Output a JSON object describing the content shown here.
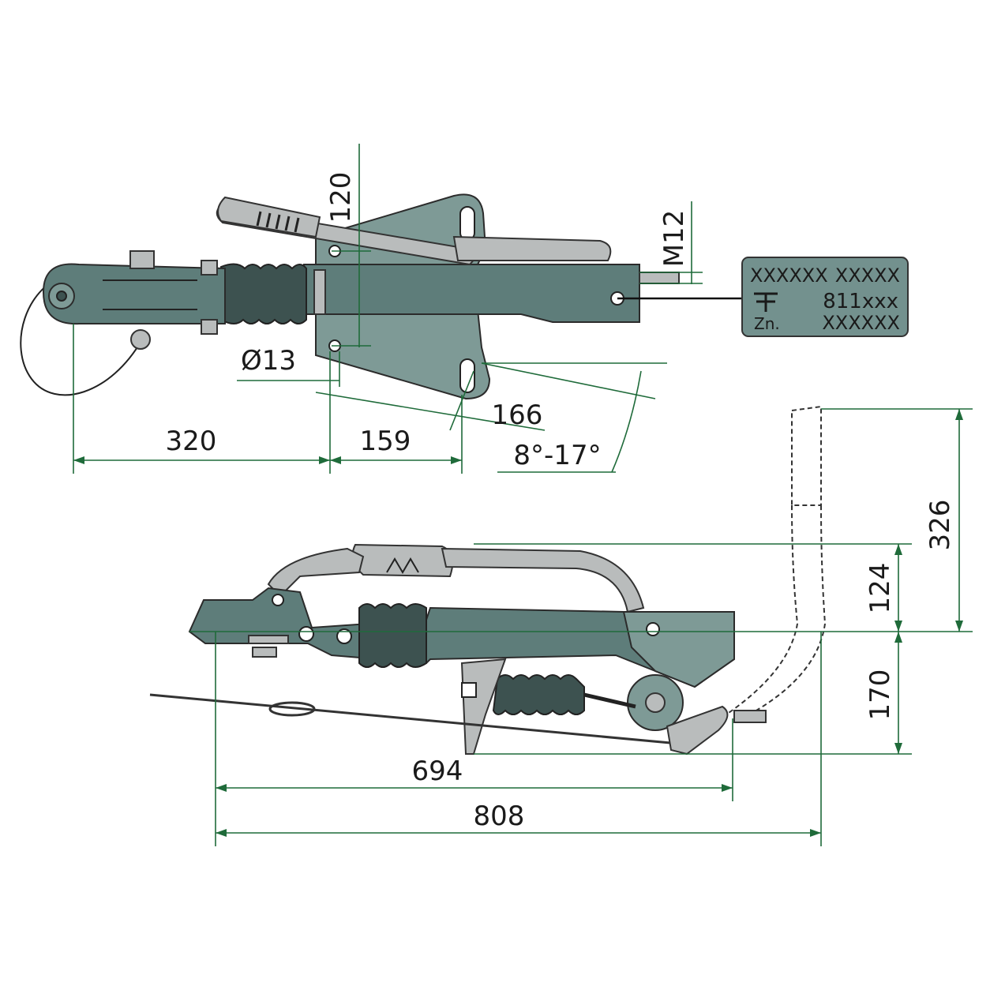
{
  "dimensions": {
    "height_120": "120",
    "thread_m12": "M12",
    "hole_dia": "Ø13",
    "width_166": "166",
    "length_320": "320",
    "length_159": "159",
    "angle_range": "8°-17°",
    "height_326": "326",
    "height_124": "124",
    "height_170": "170",
    "length_694": "694",
    "length_808": "808"
  },
  "type_plate": {
    "row1_left": "XXXXXX",
    "row1_right": "XXXXX",
    "model": "811xxx",
    "zn_label": "Zn.",
    "row3_right": "XXXXXX"
  },
  "colors": {
    "body": "#5e7d7a",
    "dimension_lines": "#1f6b3a",
    "handle": "#b9bcbc"
  }
}
